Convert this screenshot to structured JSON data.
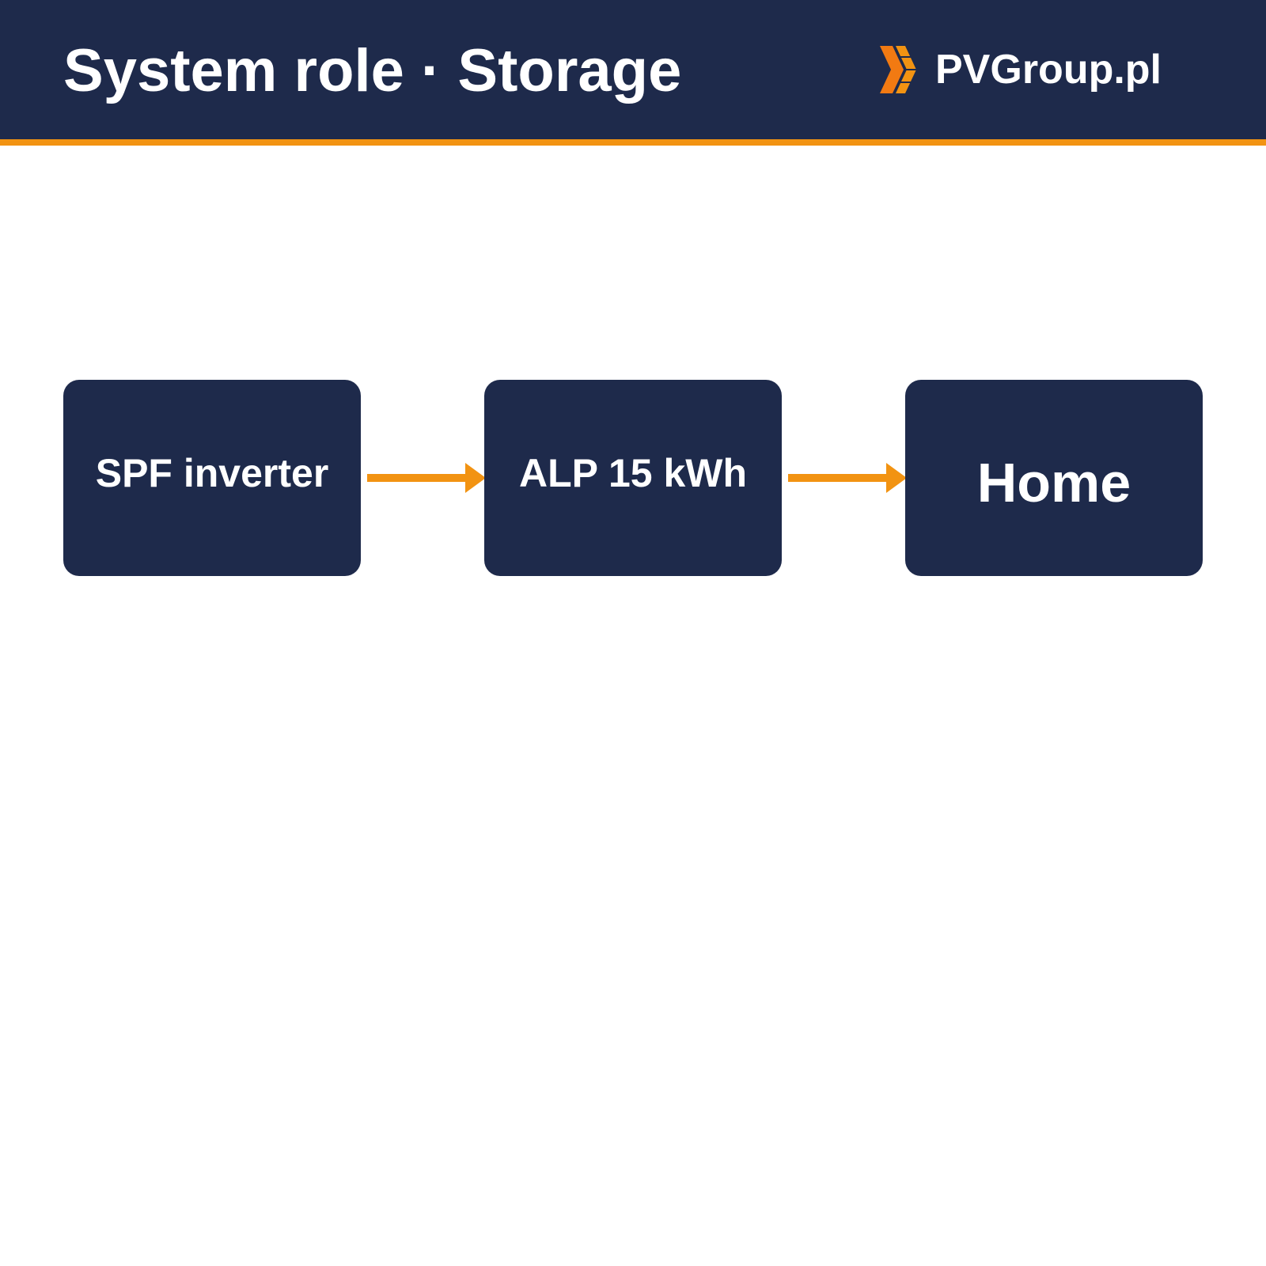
{
  "header": {
    "title": "System role · Storage",
    "brand_name": "PVGroup.pl",
    "brand_logo_icon": "pvgroup-chevron-logo-icon"
  },
  "colors": {
    "header_background": "#1e2a4b",
    "accent": "#f29312",
    "node_background": "#1e2a4b",
    "text_light": "#ffffff",
    "page_background": "#ffffff"
  },
  "flow": {
    "nodes": [
      {
        "label": "SPF inverter"
      },
      {
        "label": "ALP 15 kWh"
      },
      {
        "label": "Home"
      }
    ],
    "arrow_icon": "arrow-right-icon"
  }
}
